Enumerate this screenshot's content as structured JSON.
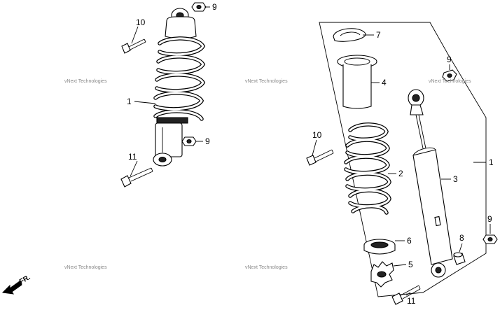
{
  "callouts": {
    "c1_left": "1",
    "c1_right": "1",
    "c2": "2",
    "c3": "3",
    "c4": "4",
    "c5": "5",
    "c6": "6",
    "c7": "7",
    "c8": "8",
    "c9_top": "9",
    "c9_mid": "9",
    "c9_right_top": "9",
    "c9_right_bottom": "9",
    "c10_left": "10",
    "c10_right": "10",
    "c11_left": "11",
    "c11_right": "11"
  },
  "watermarks": {
    "w1": "vNext Technologies",
    "w2": "vNext Technologies",
    "w3": "vNext Technologies",
    "w4": "vNext Technologies",
    "w5": "vNext Technologies"
  },
  "front_label": "FR.",
  "icons": {
    "front_arrow": "front-direction-arrow-icon"
  }
}
